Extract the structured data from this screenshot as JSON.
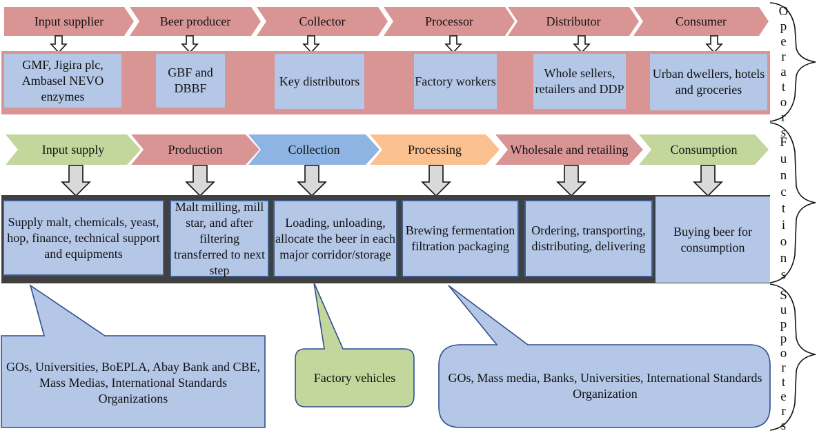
{
  "operators": {
    "chevrons": [
      "Input supplier",
      "Beer producer",
      "Collector",
      "Processor",
      "Distributor",
      "Consumer"
    ],
    "boxes": [
      "GMF, Jigira plc, Ambasel NEVO enzymes",
      "GBF and DBBF",
      "Key distributors",
      "Factory workers",
      "Whole sellers, retailers and DDP",
      "Urban dwellers, hotels and groceries"
    ],
    "side_label": "Operators"
  },
  "functions": {
    "chevrons": [
      "Input supply",
      "Production",
      "Collection",
      "Processing",
      "Wholesale and retailing",
      "Consumption"
    ],
    "boxes": [
      "Supply malt, chemicals, yeast, hop, finance, technical support and equipments",
      "Malt milling, mill star, and after filtering transferred to next step",
      "Loading, unloading, allocate the beer in each major corridor/storage",
      "Brewing fermentation filtration packaging",
      "Ordering, transporting, distributing, delivering",
      "Buying beer for consumption"
    ],
    "side_label": "Functions"
  },
  "supporters": {
    "callouts": [
      "GOs, Universities, BoEPLA, Abay Bank and CBE, Mass Medias, International Standards Organizations",
      "Factory vehicles",
      "GOs, Mass media, Banks, Universities, International Standards Organization"
    ],
    "side_label": "Supporters"
  },
  "colors": {
    "operator_chevron": "#d99594",
    "operator_band": "#d99594",
    "box_fill": "#b4c7e7",
    "green": "#c3d69b",
    "blue": "#8eb4e3",
    "orange": "#fac090",
    "salmon": "#d99594",
    "dark_band": "#404040",
    "arrow_fill": "#d9d9d9"
  }
}
